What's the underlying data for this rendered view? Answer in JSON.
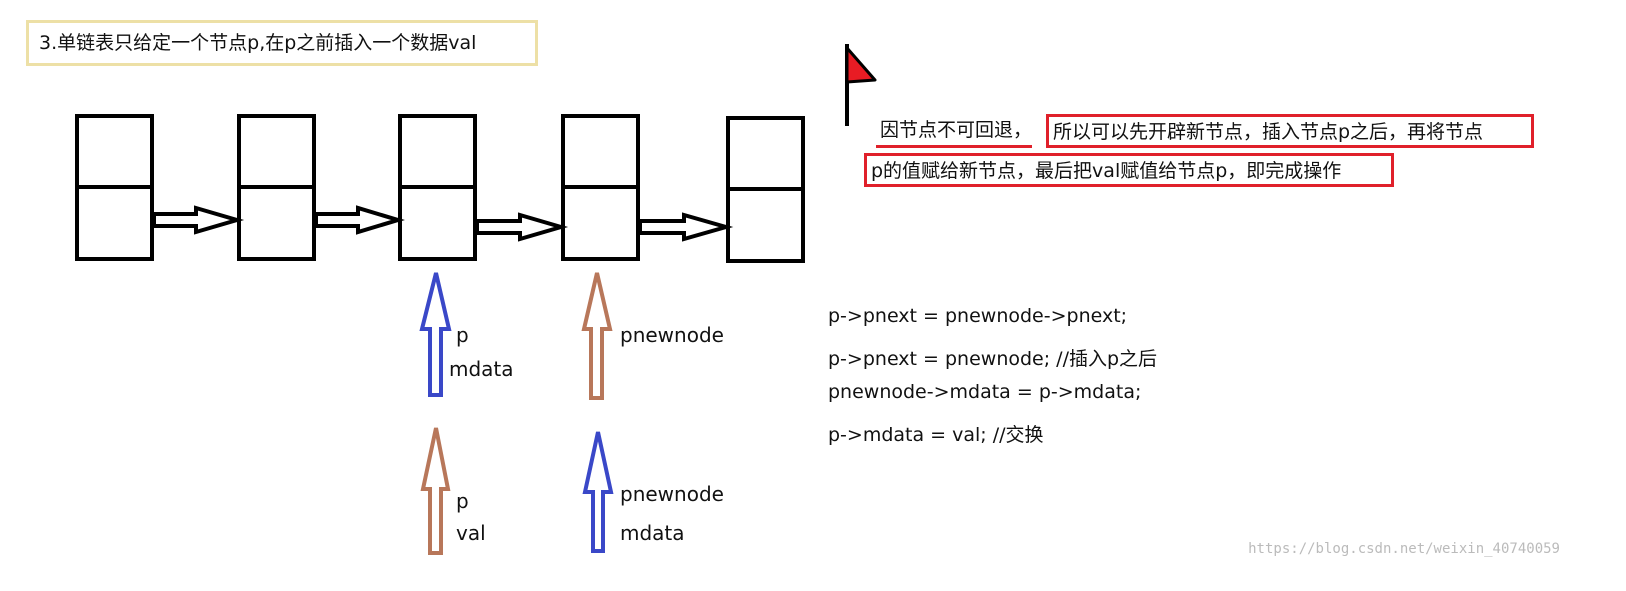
{
  "title": "3.单链表只给定一个节点p,在p之前插入一个数据val",
  "labels": {
    "p_top": "p",
    "mdata_top": "mdata",
    "pnewnode_top": "pnewnode",
    "p_bottom": "p",
    "val_bottom": "val",
    "pnewnode_bottom": "pnewnode",
    "mdata_bottom": "mdata"
  },
  "note": {
    "part1": "因节点不可回退，",
    "part2": "所以可以先开辟新节点，插入节点p之后，再将节点",
    "part3": "p的值赋给新节点，最后把val赋值给节点p，即完成操作"
  },
  "code_lines": [
    "p->pnext = pnewnode->pnext;",
    "p->pnext = pnewnode;   //插入p之后",
    "pnewnode->mdata = p->mdata;",
    "p->mdata = val;  //交换"
  ],
  "watermark": "https://blog.csdn.net/weixin_40740059",
  "colors": {
    "blue_arrow": "#3a48c8",
    "brown_arrow": "#b8775a",
    "red_highlight": "#e0202a",
    "flag_red": "#e81c24",
    "title_border": "#ede0a6"
  },
  "icons": [
    "flag-icon"
  ]
}
